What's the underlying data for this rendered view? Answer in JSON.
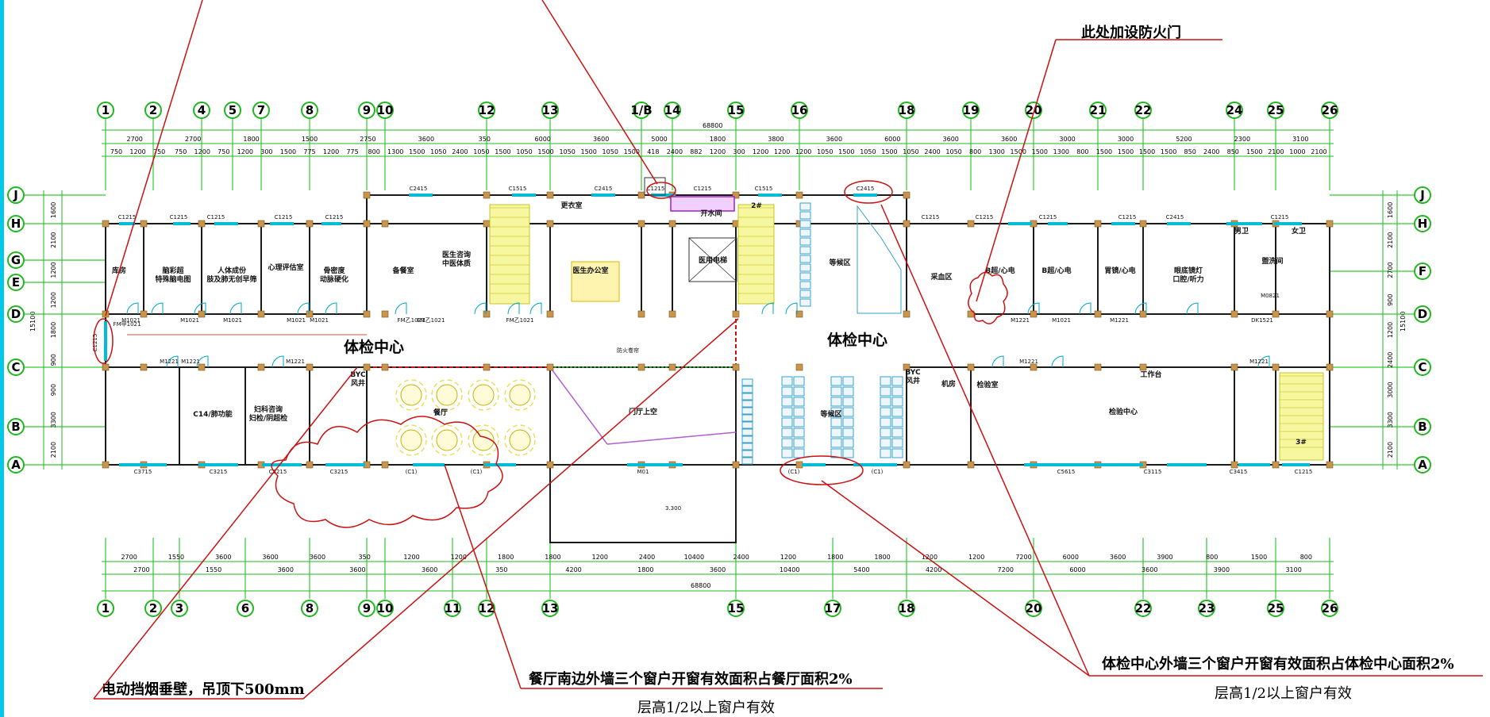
{
  "top_axes": [
    "1",
    "2",
    "4",
    "5",
    "7",
    "8",
    "9",
    "10",
    "12",
    "13",
    "1/B",
    "14",
    "15",
    "16",
    "18",
    "19",
    "20",
    "21",
    "22",
    "24",
    "25",
    "26"
  ],
  "bottom_axes": [
    "1",
    "2",
    "3",
    "6",
    "8",
    "9",
    "10",
    "11",
    "12",
    "13",
    "15",
    "17",
    "18",
    "20",
    "22",
    "23",
    "25",
    "26"
  ],
  "side_axes": [
    "J",
    "H",
    "G",
    "E",
    "D",
    "C",
    "B",
    "A"
  ],
  "right_side_axes": [
    "J",
    "H",
    "F",
    "D",
    "C",
    "B",
    "A"
  ],
  "total_width_top": "68800",
  "total_width_bottom": "68800",
  "top_dims_row1": [
    "2700",
    "2700",
    "1800",
    "1500",
    "2750",
    "3600",
    "350",
    "6000",
    "3600",
    "5000",
    "1800",
    "3800",
    "3600",
    "6000",
    "3600",
    "3600",
    "3000",
    "3000",
    "5200",
    "2300",
    "3100"
  ],
  "top_dims_row2": [
    "750",
    "1200",
    "750",
    "750",
    "1200",
    "750",
    "1200",
    "300",
    "1500",
    "775",
    "1200",
    "775",
    "800",
    "1300",
    "1500",
    "1050",
    "2400",
    "1050",
    "1500",
    "1050",
    "1500",
    "1050",
    "1500",
    "1050",
    "1500",
    "418",
    "2400",
    "882",
    "1200",
    "300",
    "1200",
    "1200",
    "1200",
    "1050",
    "1500",
    "1050",
    "1500",
    "1050",
    "2400",
    "1050",
    "800",
    "1300",
    "1500",
    "1500",
    "1300",
    "800",
    "1500",
    "1500",
    "1500",
    "1500",
    "850",
    "2400",
    "850",
    "1500",
    "2100",
    "1000",
    "2100"
  ],
  "bottom_dims_row1": [
    "2700",
    "1550",
    "3600",
    "3600",
    "3600",
    "350",
    "1200",
    "1200",
    "1800",
    "1800",
    "1200",
    "2400",
    "10400",
    "2400",
    "1200",
    "1800",
    "1800",
    "1200",
    "1200",
    "7200",
    "6000",
    "3600",
    "3900",
    "800",
    "1500",
    "800"
  ],
  "bottom_dims_row2": [
    "2700",
    "1550",
    "3600",
    "3600",
    "3600",
    "350",
    "4200",
    "1800",
    "3600",
    "10400",
    "5400",
    "4200",
    "7200",
    "6000",
    "3600",
    "3900",
    "3100"
  ],
  "left_dims_outer": [
    "1600",
    "2100",
    "1200",
    "1200",
    "1800",
    "900",
    "900",
    "3300",
    "2100"
  ],
  "left_dims_total": "15100",
  "right_dims_total": "15100",
  "right_dims": [
    "1600",
    "2100",
    "2700",
    "900",
    "1200",
    "2400",
    "3000",
    "3300",
    "2100"
  ],
  "window_labels": [
    "C1215",
    "C1215",
    "C1215",
    "C1215",
    "C1215",
    "C2415",
    "C1515",
    "C2415",
    "C1215",
    "C1215",
    "C1515",
    "C2415",
    "C1215",
    "C1215",
    "C1215",
    "C1215",
    "C2415",
    "C1215",
    "C3715",
    "C3215",
    "C3215",
    "C3215",
    "(C1)",
    "(C1)",
    "M01",
    "(C1)",
    "(C1)",
    "C5615",
    "C3115",
    "C3415",
    "C1215",
    "C1215"
  ],
  "rooms": {
    "r1": "库房",
    "r2": "脑彩超\n特殊脑电图",
    "r3": "人体成份\n肢及肺无创早筛",
    "r4": "心理评估室",
    "r5": "骨密度\n动脉硬化",
    "r6": "备餐室",
    "r7": "医生咨询\n中医体质",
    "r8": "更衣室",
    "r9": "医生办公室",
    "r10": "开水间",
    "r11": "医用电梯",
    "r12": "等候区",
    "r13": "采血区",
    "r14": "B超/心电",
    "r15": "B超/心电",
    "r16": "胃镜/心电",
    "r17": "眼底镜灯\n口腔/听力",
    "r18": "男卫",
    "r19": "女卫",
    "r20": "盥洗间",
    "r21": "检验室",
    "r22": "C14/肺功能",
    "r23": "妇科咨询\n妇检/阴超检",
    "r24": "餐厅",
    "r25": "门厅上空",
    "r26": "等候区",
    "r27": "检验中心",
    "r28": "2#",
    "r29": "3#",
    "r30": "BYC\n风井",
    "r31": "BYC\n风井",
    "r32": "机房",
    "r33": "工作台"
  },
  "center_labels": [
    "体检中心",
    "体检中心"
  ],
  "fire_roller": "防火卷帘",
  "elevation": "3.300",
  "small_tags": [
    "M1021",
    "M1021",
    "M1021",
    "M1021",
    "M1021",
    "M1221",
    "M1221",
    "M1221",
    "M1221",
    "M1221",
    "FM甲1021",
    "FM乙1021",
    "FM乙1021",
    "FM乙1021",
    "M0821",
    "DK1521",
    "M1221",
    "M1021",
    "M1221"
  ],
  "notes": {
    "fire_door": "此处加设防火门",
    "smoke_wall": "电动挡烟垂壁，吊顶下500mm",
    "dining_note": "餐厅南边外墙三个窗户开窗有效面积占餐厅面积2%",
    "dining_sub": "层高1/2以上窗户有效",
    "center_note": "体检中心外墙三个窗户开窗有效面积占体检中心面积2%",
    "center_sub": "层高1/2以上窗户有效"
  }
}
